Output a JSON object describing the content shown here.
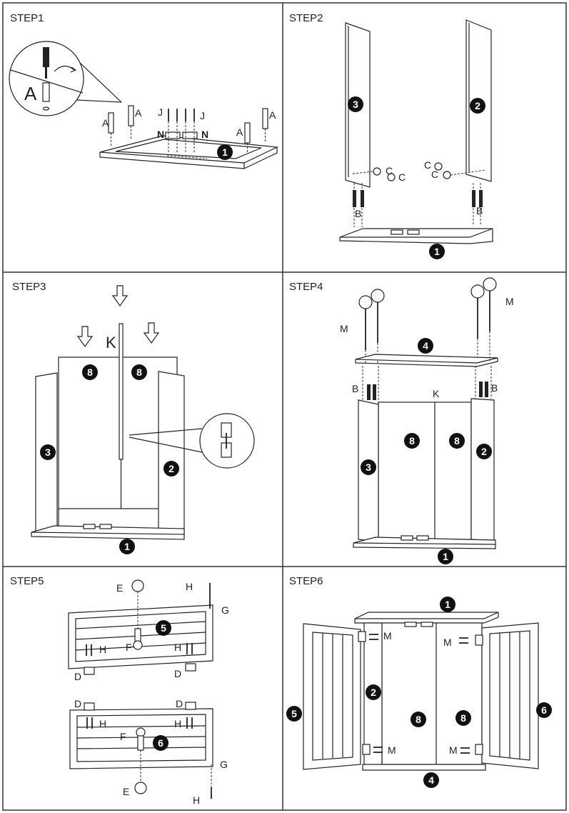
{
  "steps": [
    {
      "title": "STEP1",
      "parts": [
        "A",
        "A",
        "A",
        "A",
        "A",
        "J",
        "J",
        "N",
        "N"
      ],
      "boards": [
        "1"
      ]
    },
    {
      "title": "STEP2",
      "parts": [
        "C",
        "C",
        "C",
        "C",
        "B",
        "B"
      ],
      "boards": [
        "3",
        "2",
        "1"
      ]
    },
    {
      "title": "STEP3",
      "parts": [
        "K"
      ],
      "boards": [
        "8",
        "8",
        "3",
        "2",
        "1"
      ]
    },
    {
      "title": "STEP4",
      "parts": [
        "M",
        "M",
        "B",
        "B",
        "K"
      ],
      "boards": [
        "4",
        "8",
        "8",
        "3",
        "2",
        "1"
      ]
    },
    {
      "title": "STEP5",
      "parts": [
        "E",
        "H",
        "G",
        "F",
        "H",
        "H",
        "D",
        "D",
        "D",
        "D",
        "H",
        "H",
        "F",
        "G",
        "E",
        "H"
      ],
      "boards": [
        "5",
        "6"
      ]
    },
    {
      "title": "STEP6",
      "parts": [
        "M",
        "M",
        "M",
        "M"
      ],
      "boards": [
        "1",
        "2",
        "8",
        "8",
        "5",
        "6",
        "4"
      ]
    }
  ],
  "colors": {
    "line": "#222222",
    "background": "#ffffff",
    "badge": "#111111"
  }
}
